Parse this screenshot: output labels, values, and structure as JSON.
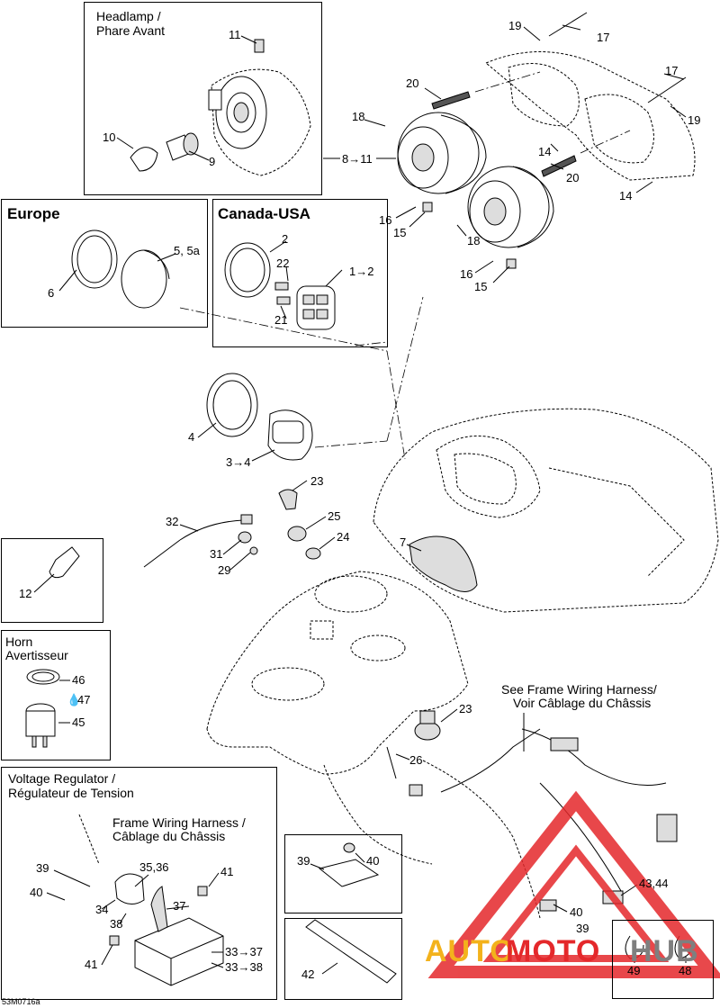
{
  "panels": {
    "headlamp": {
      "title_line1": "Headlamp /",
      "title_line2": "Phare Avant"
    },
    "europe": {
      "title": "Europe"
    },
    "canada_usa": {
      "title": "Canada-USA"
    },
    "horn": {
      "title_line1": "Horn",
      "title_line2": "Avertisseur"
    },
    "voltage_regulator": {
      "title_line1": "Voltage Regulator /",
      "title_line2": "Régulateur de Tension"
    }
  },
  "notes": {
    "frame_harness_top_line1": "See Frame Wiring Harness/",
    "frame_harness_top_line2": "Voir Câblage du Châssis",
    "frame_harness_inner_line1": "Frame Wiring Harness /",
    "frame_harness_inner_line2": "Câblage du Châssis"
  },
  "callouts": {
    "c11_hl": "11",
    "c10": "10",
    "c9": "9",
    "c8to11": "8→11",
    "c19a": "19",
    "c17a": "17",
    "c17b": "17",
    "c19b": "19",
    "c20a": "20",
    "c20b": "20",
    "c18a": "18",
    "c18b": "18",
    "c14a": "14",
    "c14b": "14",
    "c16a": "16",
    "c15a": "15",
    "c16b": "16",
    "c15b": "15",
    "c6": "6",
    "c5": "5, 5a",
    "c2": "2",
    "c22": "22",
    "c21": "21",
    "c1to2": "1→2",
    "c4": "4",
    "c3to4": "3→4",
    "c23a": "23",
    "c25": "25",
    "c24": "24",
    "c32": "32",
    "c31": "31",
    "c29": "29",
    "c7": "7",
    "c12": "12",
    "c46": "46",
    "c47": "47",
    "c45": "45",
    "c23b": "23",
    "c26": "26",
    "c39a": "39",
    "c40a": "40",
    "c35": "35,36",
    "c41a": "41",
    "c34": "34",
    "c37": "37",
    "c38": "38",
    "c41b": "41",
    "c33to37": "33→37",
    "c33to38": "33→38",
    "c39b": "39",
    "c40b": "40",
    "c42": "42",
    "c43": "43,44",
    "c40c": "40",
    "c39c": "39",
    "c49": "49",
    "c48": "48"
  },
  "drawing_code": "53M0716a",
  "watermark": {
    "part1": "AUTO",
    "part2": "MOTO",
    "part3": "HUB"
  },
  "colors": {
    "line": "#000000",
    "watermark_orange": "#f3b21c",
    "watermark_red": "#e4282b",
    "watermark_gray": "#7f7f7f"
  }
}
